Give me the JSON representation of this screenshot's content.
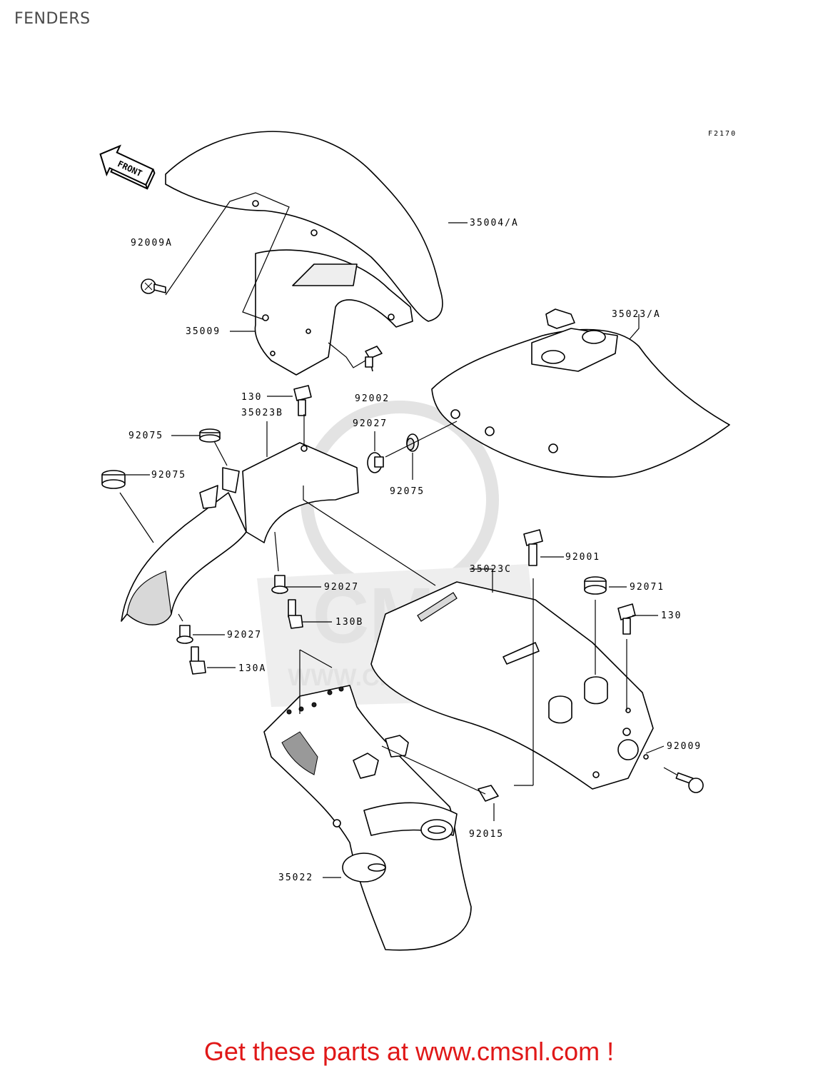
{
  "page": {
    "title": "FENDERS"
  },
  "diagram": {
    "figure_code": "F2170",
    "front_arrow_label": "FRONT",
    "parts": {
      "p35004A": "35004/A",
      "p92009A": "92009A",
      "p35009": "35009",
      "p35023A": "35023/A",
      "p92002": "92002",
      "p130": "130",
      "p35023B": "35023B",
      "p92027a": "92027",
      "p92075a": "92075",
      "p92075b": "92075",
      "p92075c": "92075",
      "p92001": "92001",
      "p35023C": "35023C",
      "p92071": "92071",
      "p92027b": "92027",
      "p130B": "130B",
      "p130b": "130",
      "p92027c": "92027",
      "p130A": "130A",
      "p92009": "92009",
      "p92015": "92015",
      "p35022": "35022"
    },
    "watermark": {
      "line1": "CMS",
      "line2": "WWW.CMSNL.COM"
    }
  },
  "footer": {
    "cta": "Get these parts at www.cmsnl.com !"
  }
}
